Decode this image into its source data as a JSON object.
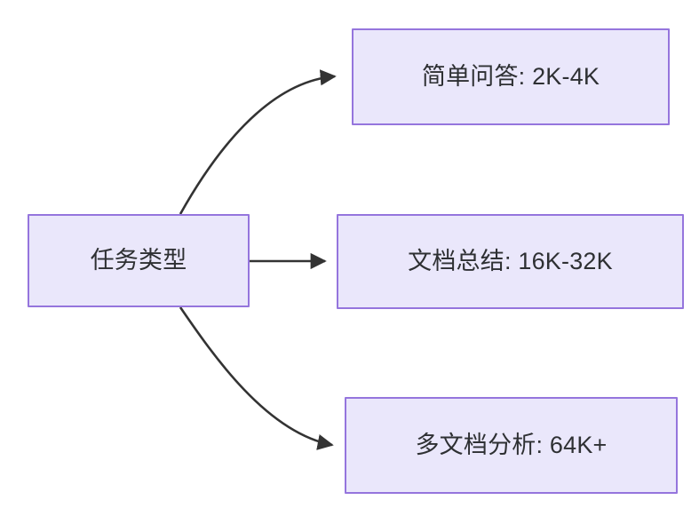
{
  "diagram": {
    "title": "任务类型 context length branching flowchart",
    "background_color": "#ffffff",
    "node_fill_color": "#eae7fb",
    "node_border_color": "#9575dd",
    "edge_color": "#333333",
    "text_color": "#2e3033",
    "nodes": [
      {
        "id": "source",
        "label": "任务类型",
        "role": "root"
      },
      {
        "id": "simple_qa",
        "label": "简单问答: 2K-4K",
        "role": "leaf"
      },
      {
        "id": "doc_summary",
        "label": "文档总结: 16K-32K",
        "role": "leaf"
      },
      {
        "id": "multi_doc",
        "label": "多文档分析: 64K+",
        "role": "leaf"
      }
    ],
    "edges": [
      {
        "id": "edge-source-simple-qa",
        "from": "source",
        "to": "simple_qa",
        "style": "curved",
        "arrowhead": "filled-triangle"
      },
      {
        "id": "edge-source-doc-summary",
        "from": "source",
        "to": "doc_summary",
        "style": "straight",
        "arrowhead": "filled-triangle"
      },
      {
        "id": "edge-source-multi-doc",
        "from": "source",
        "to": "multi_doc",
        "style": "curved",
        "arrowhead": "filled-triangle"
      }
    ]
  }
}
